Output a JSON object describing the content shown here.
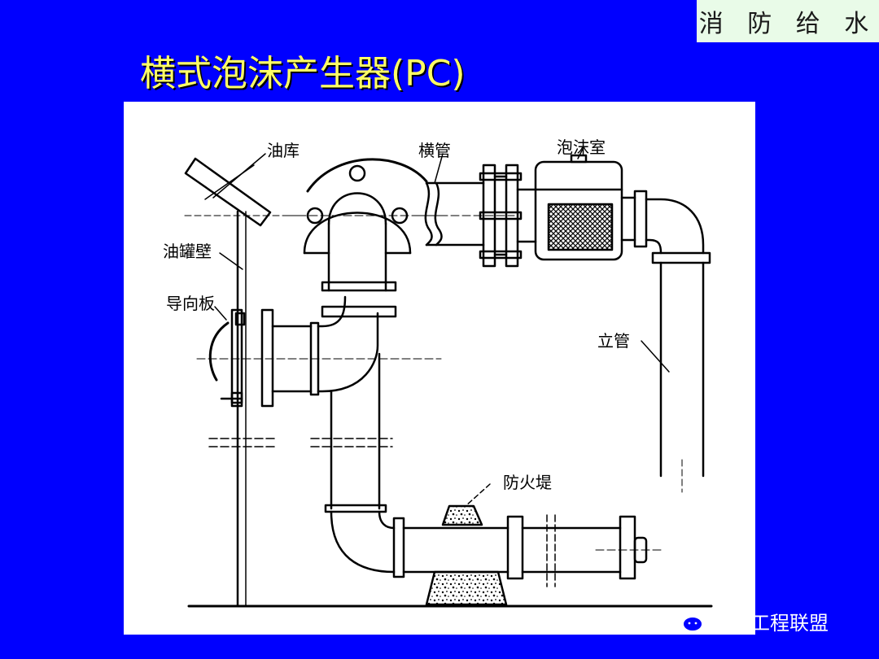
{
  "badge": "消 防 给 水",
  "title": "横式泡沫产生器(PC)",
  "labels": {
    "oil_tank": "油库",
    "cross_pipe": "横管",
    "foam_chamber": "泡沫室",
    "tank_wall": "油罐壁",
    "guide_plate": "导向板",
    "riser": "立管",
    "fire_dike": "防火堤"
  },
  "watermark": "机电工程联盟"
}
